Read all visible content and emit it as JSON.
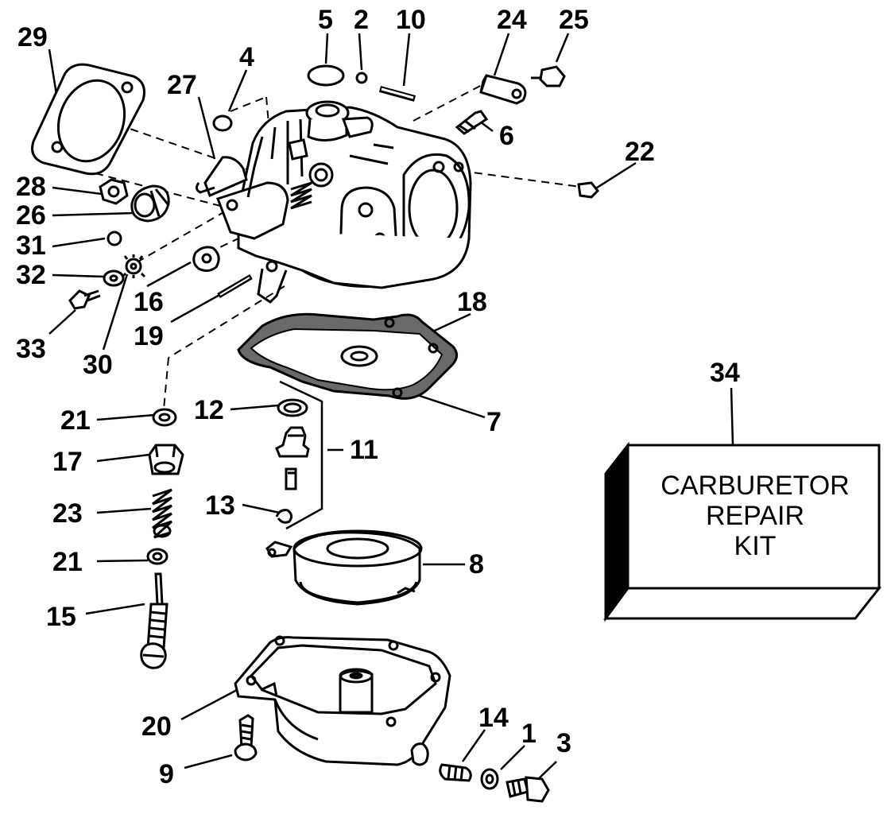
{
  "diagram": {
    "callouts": [
      "29",
      "5",
      "2",
      "10",
      "24",
      "25",
      "4",
      "27",
      "6",
      "22",
      "28",
      "26",
      "31",
      "32",
      "16",
      "33",
      "30",
      "19",
      "18",
      "21",
      "12",
      "11",
      "7",
      "17",
      "23",
      "13",
      "21",
      "8",
      "15",
      "34",
      "20",
      "14",
      "1",
      "3",
      "9"
    ],
    "kit_box": {
      "line1": "CARBURETOR",
      "line2": "REPAIR",
      "line3": "KIT"
    }
  }
}
